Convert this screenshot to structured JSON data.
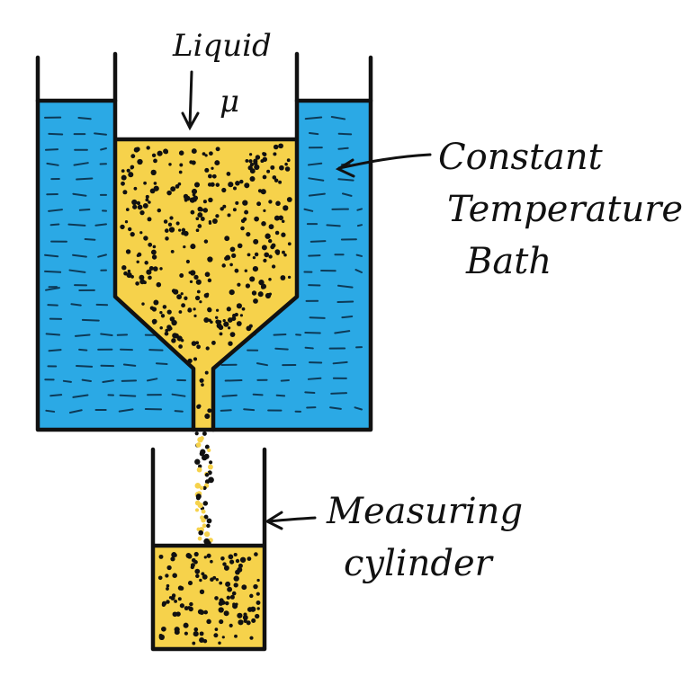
{
  "labels": {
    "liquid": "Liquid",
    "mu": "μ",
    "bath_line1": "Constant",
    "bath_line2": "Temperature",
    "bath_line3": "Bath",
    "cylinder_line1": "Measuring",
    "cylinder_line2": "cylinder"
  },
  "colors": {
    "bath_water": "#2BA9E5",
    "liquid": "#F6D24B",
    "outline": "#111111",
    "background": "#FFFFFF"
  }
}
